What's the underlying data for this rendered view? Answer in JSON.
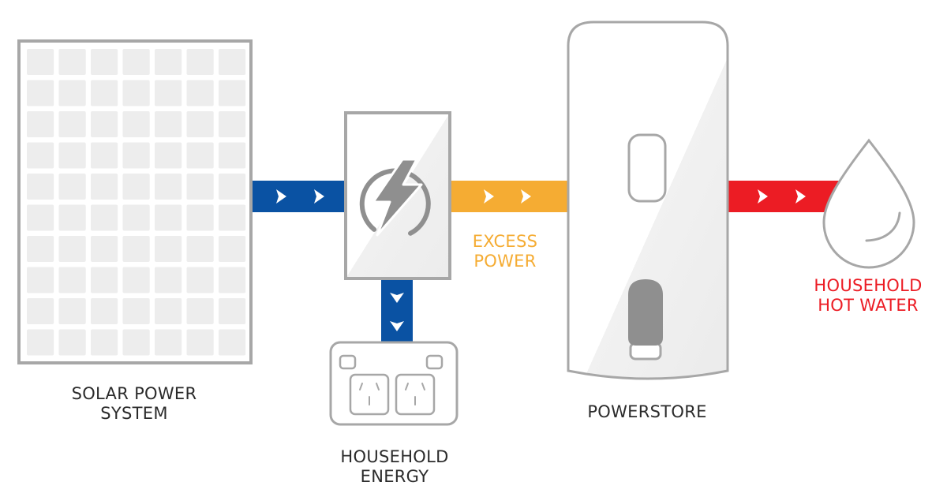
{
  "labels": {
    "solar": "SOLAR POWER\nSYSTEM",
    "household_energy": "HOUSEHOLD\nENERGY",
    "excess_power": "EXCESS\nPOWER",
    "powerstore": "POWERSTORE",
    "household_hot_water": "HOUSEHOLD\nHOT WATER"
  },
  "colors": {
    "solar_flow": "#0a52a3",
    "excess_flow": "#f5ac33",
    "hot_water_flow": "#ec1c24",
    "outline": "#a7a7a7",
    "panel_cell": "#ededed",
    "inverter_icon": "#8f8f8f"
  },
  "icons": [
    "solar-panel-icon",
    "inverter-icon",
    "lightning-bolt-icon",
    "power-outlet-icon",
    "water-tank-icon",
    "water-drop-icon",
    "arrow-right-icon",
    "arrow-down-icon"
  ]
}
